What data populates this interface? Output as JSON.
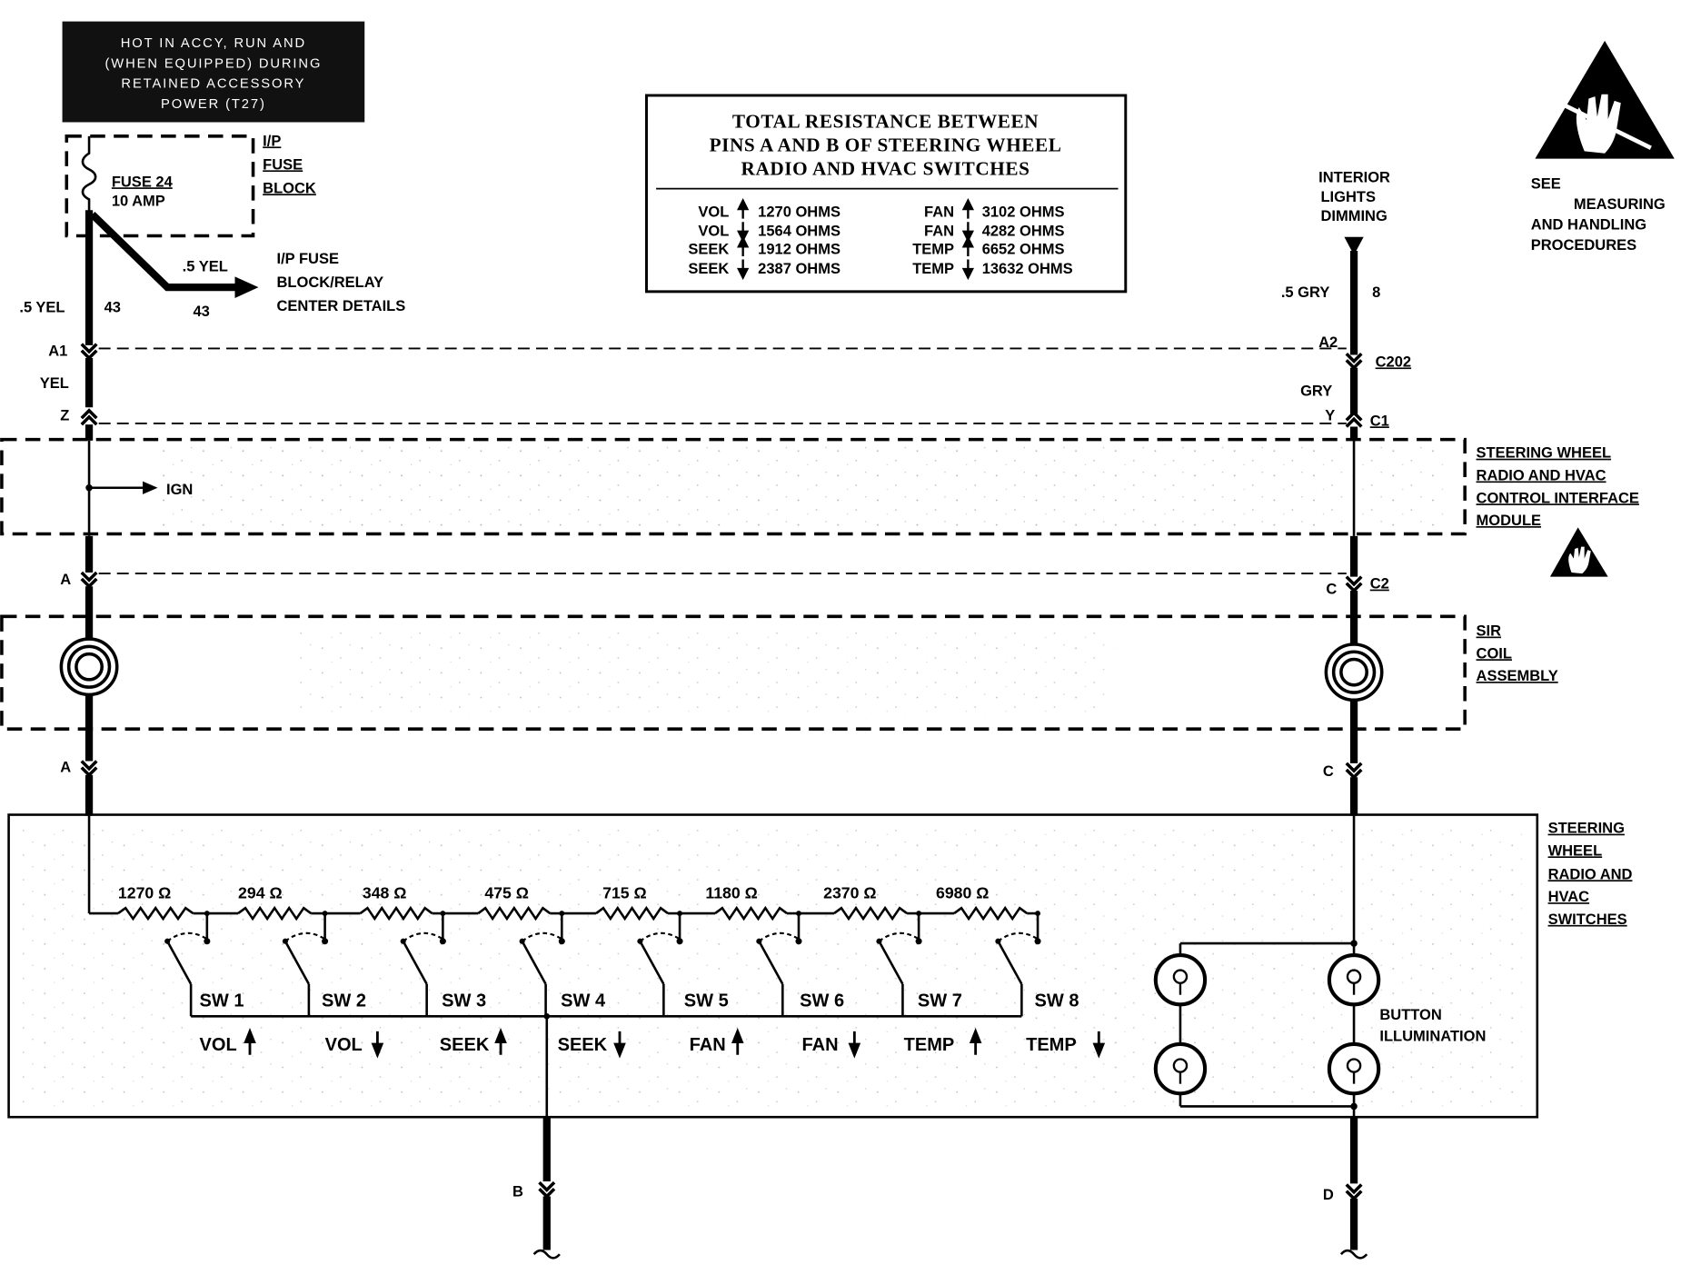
{
  "power_source": {
    "lines": [
      "HOT IN ACCY, RUN AND",
      "(WHEN EQUIPPED) DURING",
      "RETAINED ACCESSORY",
      "POWER (T27)"
    ]
  },
  "fuse": {
    "name": "FUSE 24",
    "rating": "10 AMP",
    "block_label": [
      "I/P",
      "FUSE",
      "BLOCK"
    ]
  },
  "fuse_branch": {
    "wire": ".5 YEL",
    "circuit": "43",
    "destination": [
      "I/P FUSE",
      "BLOCK/RELAY",
      "CENTER DETAILS"
    ]
  },
  "left_circuit": {
    "wire": ".5 YEL",
    "circuit": "43",
    "pin_a1": "A1",
    "wire_segment": "YEL",
    "pin_z": "Z",
    "ign": "IGN",
    "pin_a_upper": "A",
    "pin_a_lower": "A",
    "pin_b": "B"
  },
  "right_circuit": {
    "source": [
      "INTERIOR",
      "LIGHTS",
      "DIMMING"
    ],
    "wire": ".5 GRY",
    "circuit": "8",
    "pin_a2": "A2",
    "connector_c202": "C202",
    "wire_segment": "GRY",
    "pin_y": "Y",
    "connector_c1": "C1",
    "pin_c_upper": "C",
    "connector_c2": "C2",
    "pin_c_lower": "C",
    "pin_d": "D"
  },
  "resistance_table": {
    "title": [
      "TOTAL RESISTANCE BETWEEN",
      "PINS A AND B OF STEERING WHEEL",
      "RADIO AND HVAC SWITCHES"
    ],
    "rows_left": [
      {
        "function": "VOL",
        "arrow": "arrow-up-icon",
        "value": "1270 OHMS"
      },
      {
        "function": "VOL",
        "arrow": "arrow-down-icon",
        "value": "1564 OHMS"
      },
      {
        "function": "SEEK",
        "arrow": "arrow-up-icon",
        "value": "1912 OHMS"
      },
      {
        "function": "SEEK",
        "arrow": "arrow-down-icon",
        "value": "2387 OHMS"
      }
    ],
    "rows_right": [
      {
        "function": "FAN",
        "arrow": "arrow-up-icon",
        "value": "3102 OHMS"
      },
      {
        "function": "FAN",
        "arrow": "arrow-down-icon",
        "value": "4282 OHMS"
      },
      {
        "function": "TEMP",
        "arrow": "arrow-up-icon",
        "value": "6652 OHMS"
      },
      {
        "function": "TEMP",
        "arrow": "arrow-down-icon",
        "value": "13632 OHMS"
      }
    ]
  },
  "esd_note": {
    "icon": "esd-warning-icon",
    "lines": [
      "SEE",
      "MEASURING",
      "AND HANDLING",
      "PROCEDURES"
    ]
  },
  "components": {
    "interface_module": [
      "STEERING WHEEL",
      "RADIO AND HVAC",
      "CONTROL INTERFACE",
      "MODULE"
    ],
    "sir_coil": [
      "SIR",
      "COIL",
      "ASSEMBLY"
    ],
    "switches_assembly": [
      "STEERING",
      "WHEEL",
      "RADIO AND",
      "HVAC",
      "SWITCHES"
    ]
  },
  "resistors": [
    "1270 Ω",
    "294 Ω",
    "348 Ω",
    "475 Ω",
    "715 Ω",
    "1180 Ω",
    "2370 Ω",
    "6980 Ω"
  ],
  "switches": [
    {
      "name": "SW 1",
      "function": "VOL",
      "arrow": "arrow-up-icon"
    },
    {
      "name": "SW 2",
      "function": "VOL",
      "arrow": "arrow-down-icon"
    },
    {
      "name": "SW 3",
      "function": "SEEK",
      "arrow": "arrow-up-icon"
    },
    {
      "name": "SW 4",
      "function": "SEEK",
      "arrow": "arrow-down-icon"
    },
    {
      "name": "SW 5",
      "function": "FAN",
      "arrow": "arrow-up-icon"
    },
    {
      "name": "SW 6",
      "function": "FAN",
      "arrow": "arrow-down-icon"
    },
    {
      "name": "SW 7",
      "function": "TEMP",
      "arrow": "arrow-up-icon"
    },
    {
      "name": "SW 8",
      "function": "TEMP",
      "arrow": "arrow-down-icon"
    }
  ],
  "button_illumination": [
    "BUTTON",
    "ILLUMINATION"
  ]
}
